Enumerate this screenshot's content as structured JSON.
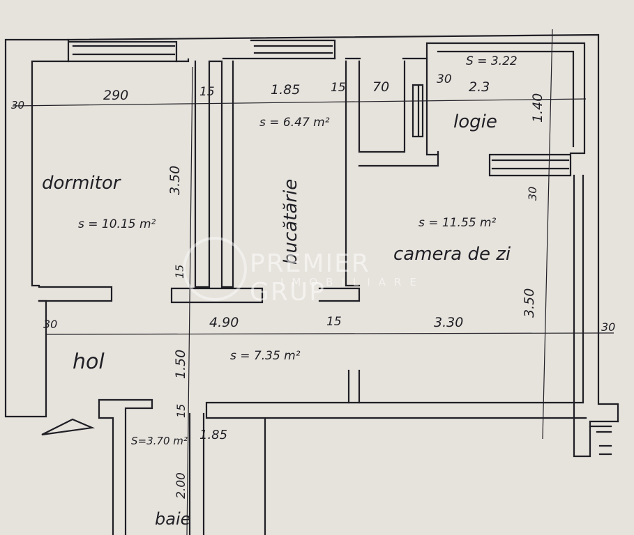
{
  "plan": {
    "rooms": {
      "dormitor": "dormitor",
      "bucatarie": "bucătărie",
      "logie": "logie",
      "camera_de_zi": "camera de zi",
      "hol": "hol",
      "baie": "baie"
    },
    "areas": {
      "dormitor": "s = 10.15 m²",
      "bucatarie": "s = 6.47 m²",
      "logie": "S = 3.22",
      "camera_de_zi": "s = 11.55 m²",
      "hol": "s = 7.35 m²",
      "baie": "S=3.70 m²"
    },
    "dimensions": {
      "d_30_left": "30",
      "d_290": "290",
      "d_15_a": "15",
      "d_185_top": "1.85",
      "d_15_b": "15",
      "d_70": "70",
      "d_30_top": "30",
      "d_23": "2.3",
      "d_140": "1.40",
      "d_350_left": "3.50",
      "d_15_c": "15",
      "d_30_hol": "30",
      "d_490": "4.90",
      "d_15_d": "15",
      "d_330": "3.30",
      "d_30_right": "30",
      "d_30_camera": "30",
      "d_350_right": "3.50",
      "d_150": "1.50",
      "d_15_e": "15",
      "d_185_baie": "1.85",
      "d_200": "2.00"
    },
    "watermark": {
      "brand": "PREMIER GRUP",
      "sub": "IMOBILIARE"
    },
    "colors": {
      "paper": "#e6e2dc",
      "ink": "#1f1f25"
    }
  }
}
